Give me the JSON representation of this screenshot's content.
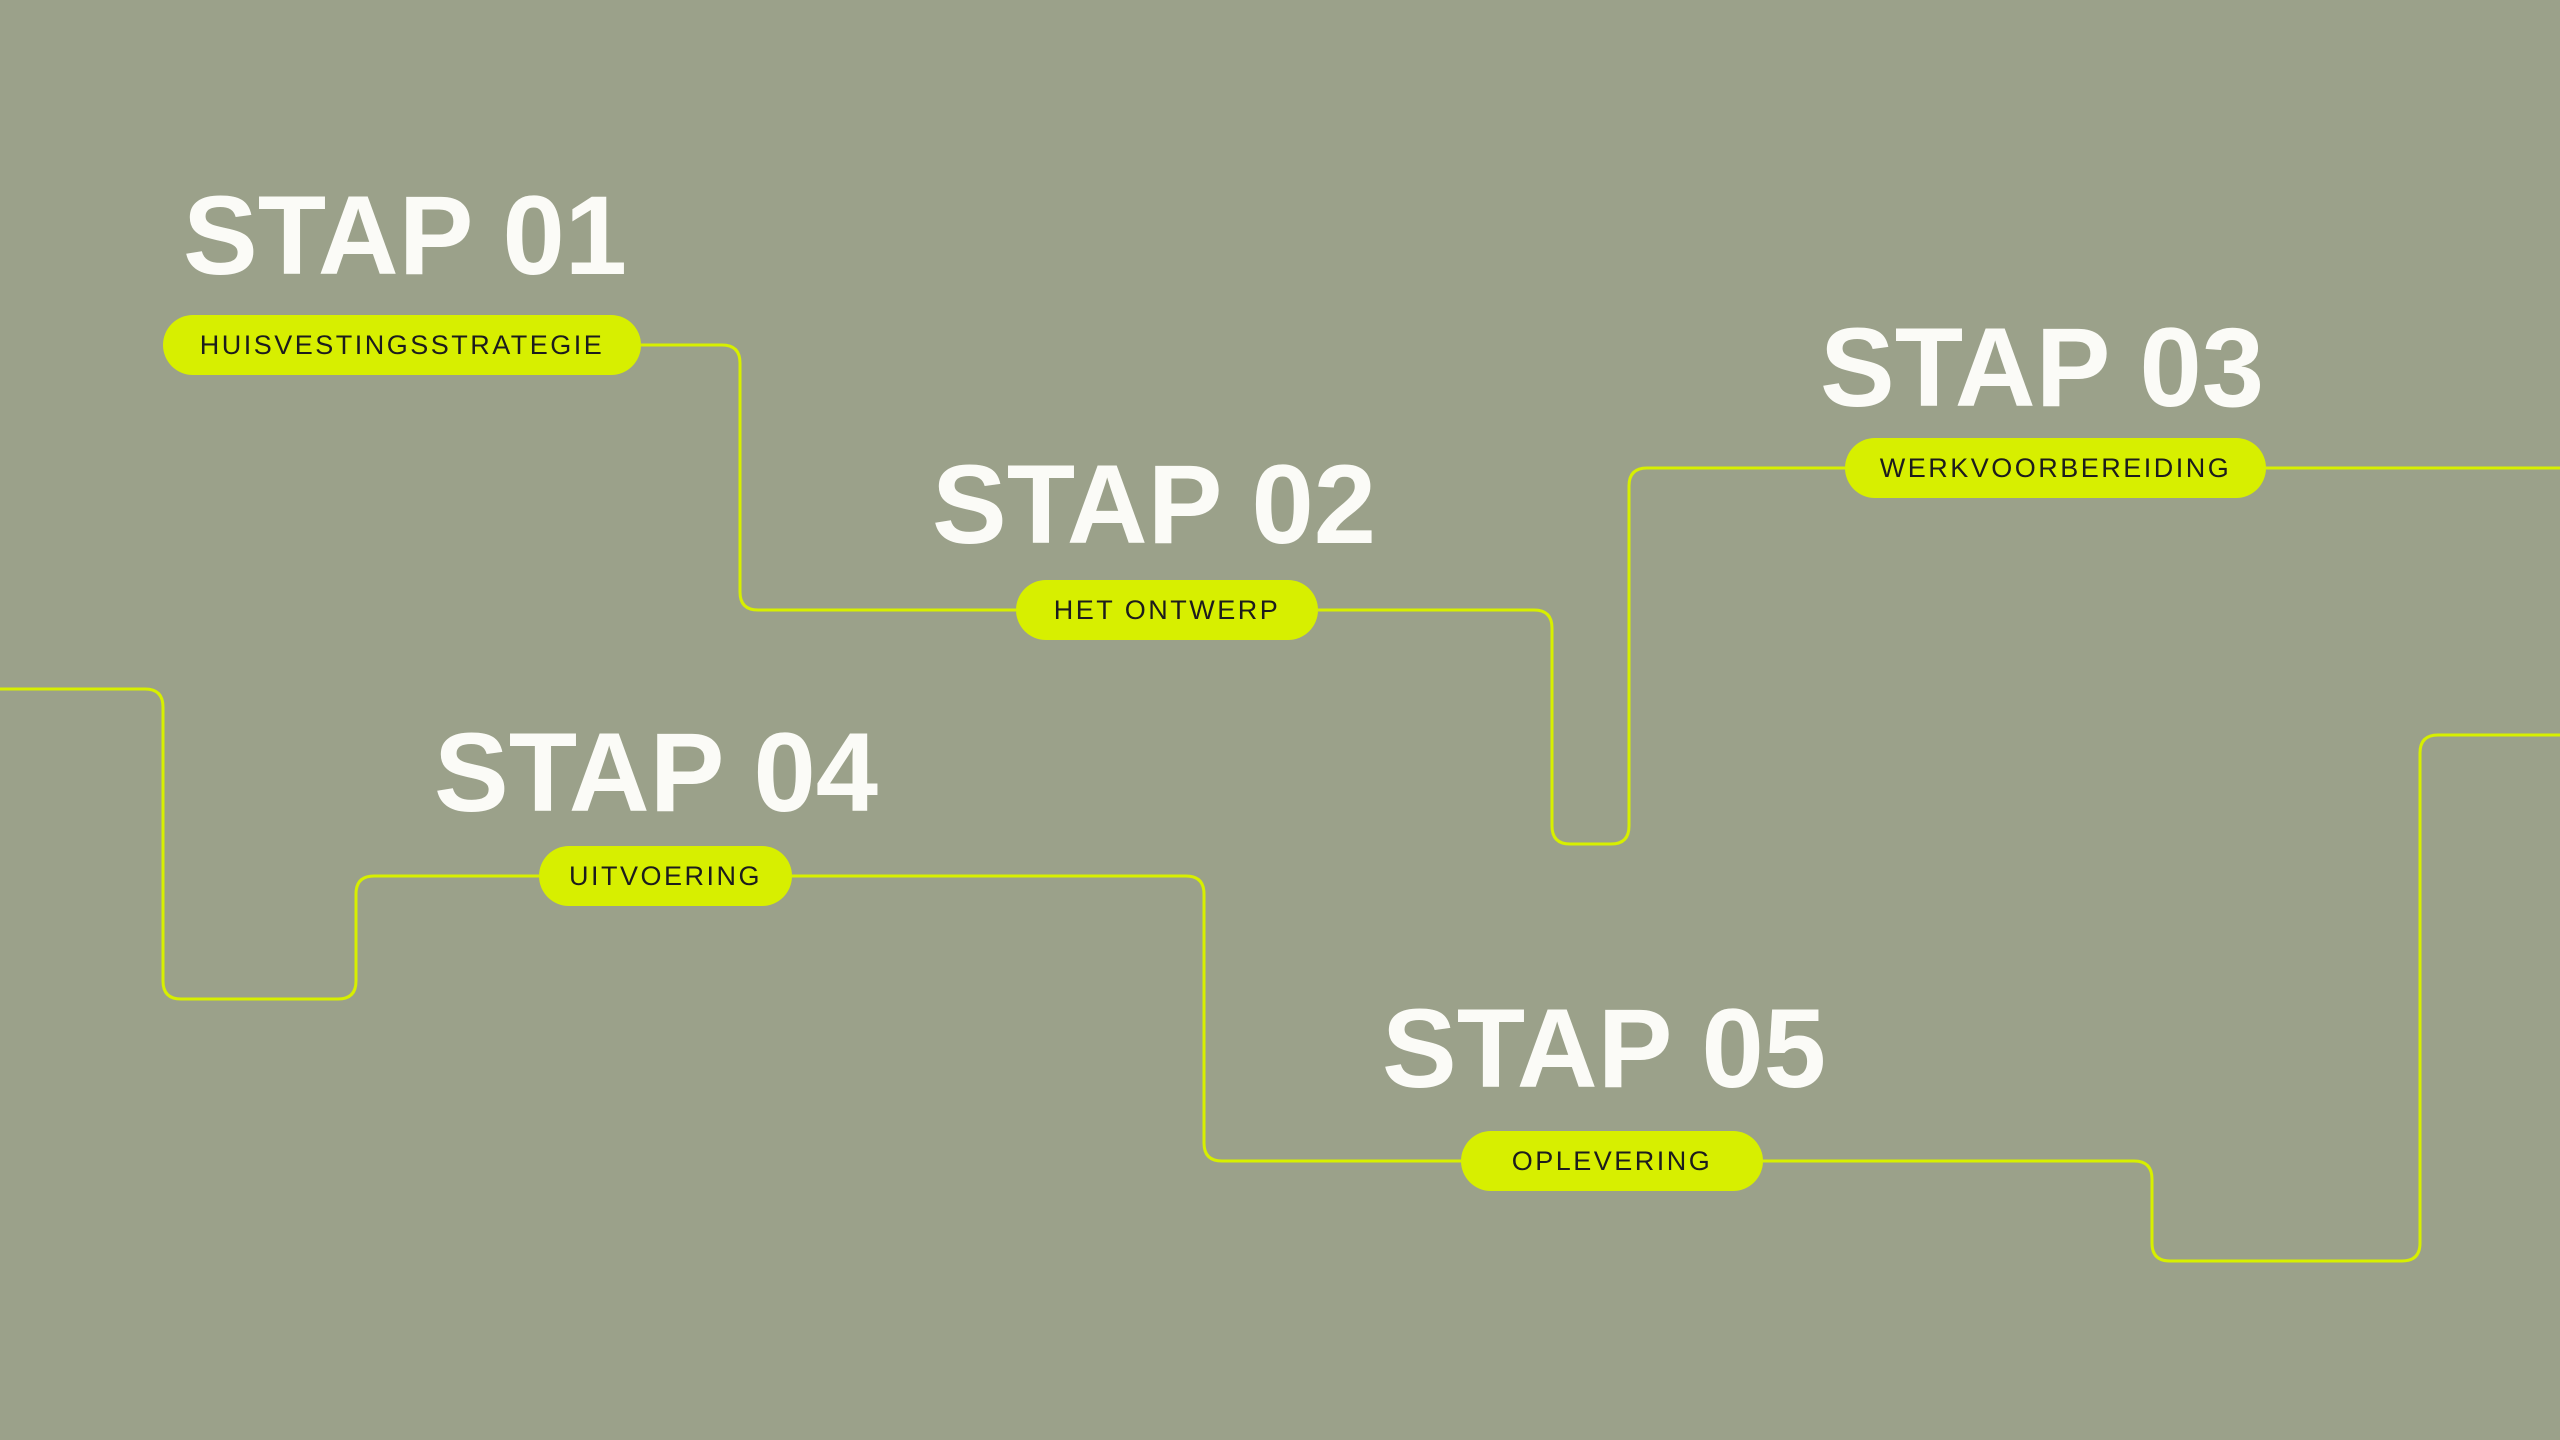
{
  "canvas": {
    "background": "#9ba18a",
    "accent": "#d7ef00",
    "heading_color": "#fbfbf7",
    "pill_text_color": "#1c1c1c"
  },
  "steps": [
    {
      "id": "stap-01",
      "title": "STAP 01",
      "label": "HUISVESTINGSSTRATEGIE"
    },
    {
      "id": "stap-02",
      "title": "STAP 02",
      "label": "HET ONTWERP"
    },
    {
      "id": "stap-03",
      "title": "STAP 03",
      "label": "WERKVOORBEREIDING"
    },
    {
      "id": "stap-04",
      "title": "STAP 04",
      "label": "UITVOERING"
    },
    {
      "id": "stap-05",
      "title": "STAP 05",
      "label": "OPLEVERING"
    }
  ]
}
